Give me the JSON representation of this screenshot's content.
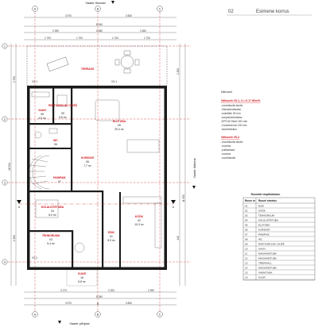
{
  "header": {
    "sheet_number": "02",
    "title": "Esimene korrus"
  },
  "grid_axes": {
    "columns": [
      "A",
      "B",
      "C"
    ],
    "rows": [
      "1",
      "2",
      "3",
      "4"
    ]
  },
  "sections": {
    "cut_label": "A",
    "cut_label_2": "B"
  },
  "views": {
    "north": "Vaade lõunast",
    "south": "Vaade põhjast",
    "east": "Vaade läänest"
  },
  "dimensions": {
    "top_outer": [
      "3 970",
      "3 830"
    ],
    "top_total": "8 180",
    "top_inner": [
      "2 390",
      "2 080",
      "2 650"
    ],
    "top_detail": [
      "1 700",
      "1 700",
      "1 700",
      "1 700"
    ],
    "bottom_outer": [
      "3 970",
      "3 830"
    ],
    "bottom_total": "8 180",
    "bottom_inner": [
      "3 170",
      "2 200",
      "2 350"
    ],
    "left_total": "16 534",
    "right_total": "11 900",
    "edge_small": [
      "440",
      "1 200",
      "2 700",
      "1 500"
    ]
  },
  "rooms": [
    {
      "id": "terrass",
      "name": "TERRASS",
      "num": "",
      "area": ""
    },
    {
      "id": "saun",
      "name": "SAUN",
      "num": "08",
      "area": "4,5 m²"
    },
    {
      "id": "riietus",
      "name": "RIIETUSRUUM / DUŠŠ",
      "num": "09",
      "area": "5,8 m²"
    },
    {
      "id": "elutuba",
      "name": "ELUTUBA",
      "num": "05",
      "area": "29,4 m²"
    },
    {
      "id": "wc",
      "name": "WC",
      "num": "06",
      "area": "1,9 m²"
    },
    {
      "id": "koridor",
      "name": "KORIDOR",
      "num": "06",
      "area": "7,7 m²"
    },
    {
      "id": "panipaik",
      "name": "PANIPAIK",
      "num": "07",
      "area": ""
    },
    {
      "id": "kulalistetuba",
      "name": "KÜLALISTETUBA",
      "num": "04",
      "area": "8,0 m²"
    },
    {
      "id": "kook",
      "name": "KÖÖK",
      "num": "02",
      "area": "10,3 m²"
    },
    {
      "id": "tehnoruum",
      "name": "TEHNORUUM",
      "num": "03",
      "area": "5,4 m²"
    },
    {
      "id": "esik",
      "name": "ESIK",
      "num": "01",
      "area": "5,9 m²"
    },
    {
      "id": "kuur",
      "name": "KUUR",
      "num": "16",
      "area": "5,8 m²"
    }
  ],
  "notes": {
    "heading": "Märkused",
    "wall_a_title": "Välissein VS-1, U = 0.17 W/m²K",
    "wall_a_items": [
      "-voodrilaudis laudis",
      "-õhkvahe/distants",
      "-tuuletõke 25 mm",
      "-soojustus/karkass",
      "-EPS 50 Silver 200 mm",
      "-Columbia kivi 190 mm",
      "-siseviimistlus"
    ],
    "wall_b_title": "Välissein VS-2",
    "wall_b_items": [
      "-voodrilaudis laudis",
      "-roovitus",
      "-puitkarkass",
      "-roovitus",
      "-voodrilaudis"
    ]
  },
  "room_table": {
    "title": "Ruumide eksplikatsioon",
    "headers": [
      "Ruum nr",
      "Ruumi nimetus"
    ],
    "rows": [
      [
        "01",
        "ESIK"
      ],
      [
        "02",
        "KÖÖK"
      ],
      [
        "03",
        "TEHNORUUM"
      ],
      [
        "04",
        "KÜLALISTETUBA"
      ],
      [
        "05",
        "ELUTUBA"
      ],
      [
        "06",
        "KORIDOR"
      ],
      [
        "07",
        "PANIPAIK"
      ],
      [
        "08",
        "WC"
      ],
      [
        "09",
        "RIIETUSRUUM / DUŠŠ"
      ],
      [
        "10",
        "SAUN"
      ],
      [
        "11",
        "MAGAMISTUBA"
      ],
      [
        "12",
        "MAGAMISTUBA"
      ],
      [
        "13",
        "TREPIHALL"
      ],
      [
        "14",
        "MAGAMISTUBA"
      ],
      [
        "15",
        "VANNITUBA"
      ],
      [
        "16",
        "KUUR"
      ]
    ]
  },
  "wall_tags": [
    "VS-1",
    "VS-2"
  ],
  "colors": {
    "accent": "#d0141b",
    "wall": "#1a1a1a",
    "ink": "#333333"
  }
}
